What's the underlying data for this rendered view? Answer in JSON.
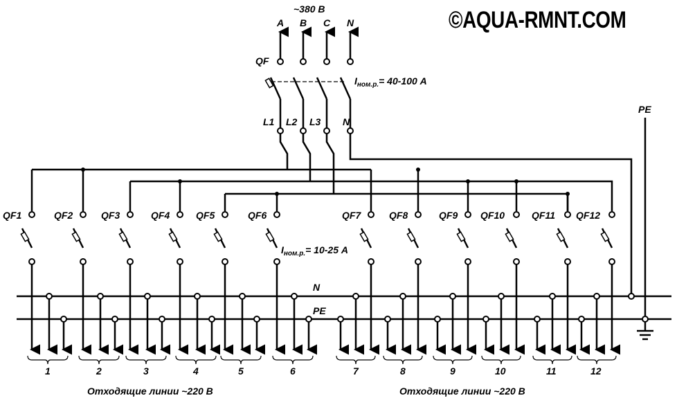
{
  "watermark": "©AQUA-RMNT.COM",
  "supply": {
    "voltage": "~380 В",
    "phases": [
      "A",
      "B",
      "C",
      "N"
    ]
  },
  "main_breaker": {
    "label": "QF",
    "rating_prefix": "I",
    "rating_sub": "ном.р.",
    "rating_value": "= 40-100 A",
    "outputs": [
      "L1",
      "L2",
      "L3",
      "N"
    ]
  },
  "pe_label": "PE",
  "bus": {
    "n": "N",
    "pe": "PE"
  },
  "group_breakers": [
    "QF1",
    "QF2",
    "QF3",
    "QF4",
    "QF5",
    "QF6",
    "QF7",
    "QF8",
    "QF9",
    "QF10",
    "QF11",
    "QF12"
  ],
  "group_rating": {
    "prefix": "I",
    "sub": "ном.р.",
    "value": "= 10-25 A"
  },
  "line_numbers": [
    "1",
    "2",
    "3",
    "4",
    "5",
    "6",
    "7",
    "8",
    "9",
    "10",
    "11",
    "12"
  ],
  "outgoing_caption_left": "Отходящие линии ~220 В",
  "outgoing_caption_right": "Отходящие линии ~220 В"
}
